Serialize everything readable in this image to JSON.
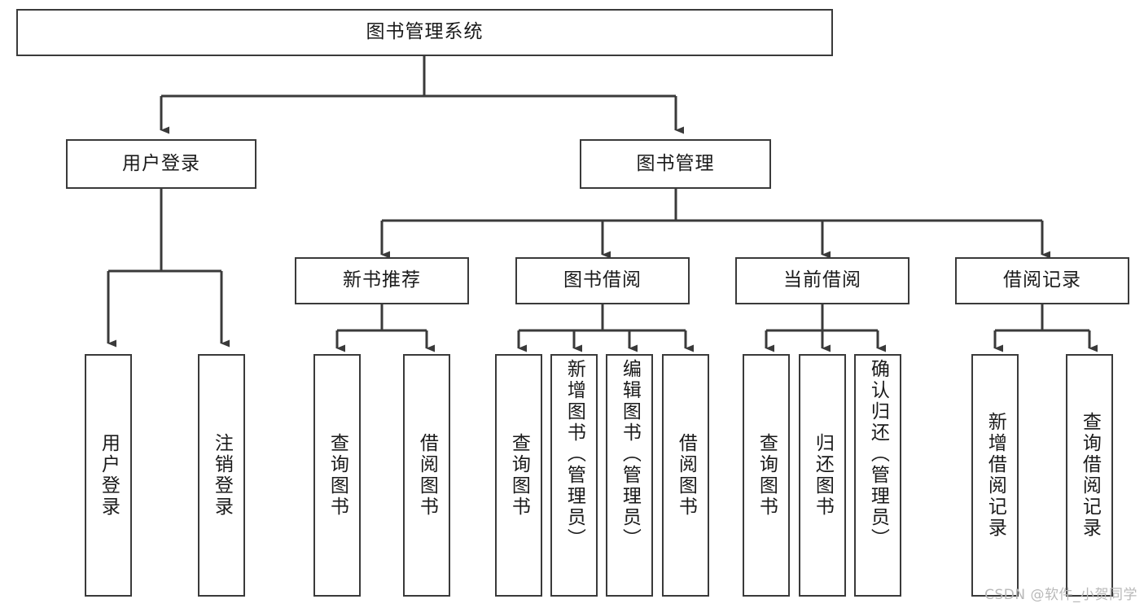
{
  "diagram": {
    "title": "图书管理系统",
    "type": "tree-hierarchy-chart",
    "watermark": "CSDN @软件_小贺同学",
    "colors": {
      "background": "#ffffff",
      "box_border": "#3a3a3a",
      "box_fill": "#ffffff",
      "connector": "#3a3a3a",
      "text": "#1a1a1a",
      "watermark": "#b9b9b9"
    },
    "root": {
      "label": "图书管理系统"
    },
    "level2": [
      {
        "label": "用户登录"
      },
      {
        "label": "图书管理"
      }
    ],
    "level3": [
      {
        "label": "新书推荐"
      },
      {
        "label": "图书借阅"
      },
      {
        "label": "当前借阅"
      },
      {
        "label": "借阅记录"
      }
    ],
    "leaves_user_login": [
      {
        "label": "用户登录"
      },
      {
        "label": "注销登录"
      }
    ],
    "leaves_new_book": [
      {
        "label": "查询图书"
      },
      {
        "label": "借阅图书"
      }
    ],
    "leaves_borrow": [
      {
        "label": "查询图书"
      },
      {
        "label": "新增图书（管理员）"
      },
      {
        "label": "编辑图书（管理员）"
      },
      {
        "label": "借阅图书"
      }
    ],
    "leaves_current": [
      {
        "label": "查询图书"
      },
      {
        "label": "归还图书"
      },
      {
        "label": "确认归还（管理员）"
      }
    ],
    "leaves_record": [
      {
        "label": "新增借阅记录"
      },
      {
        "label": "查询借阅记录"
      }
    ]
  }
}
